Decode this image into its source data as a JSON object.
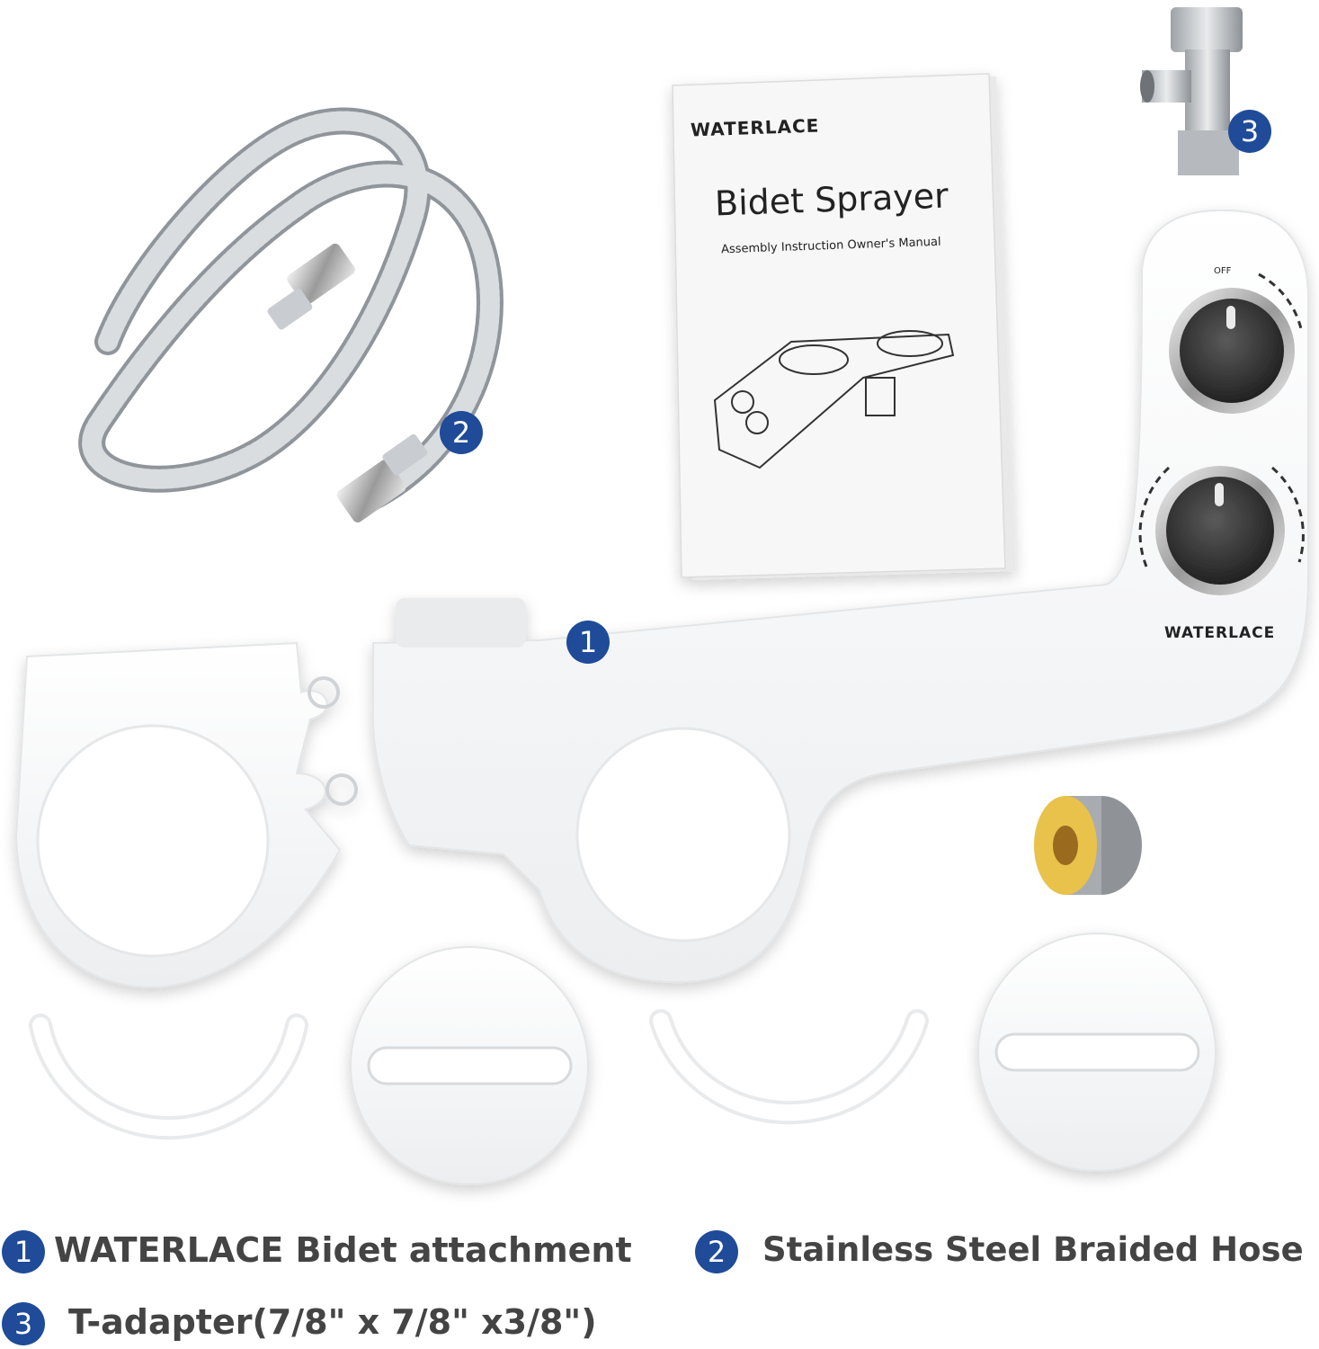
{
  "manual": {
    "brand": "WATERLACE",
    "title": "Bidet Sprayer",
    "subtitle": "Assembly Instruction Owner's Manual"
  },
  "device": {
    "brand": "WATERLACE",
    "knob_label": "OFF"
  },
  "badges": [
    "1",
    "2",
    "3"
  ],
  "legend": [
    {
      "number": "1",
      "brand": "WATERLACE",
      "text": "Bidet attachment"
    },
    {
      "number": "2",
      "text": "Stainless Steel Braided Hose"
    },
    {
      "number": "3",
      "text": "T-adapter(7/8\" x 7/8\" x3/8\")"
    }
  ],
  "colors": {
    "badge": "#1f4b99",
    "legend_text": "#444444",
    "plastic": "#ffffff",
    "knob_dark": "#3a3a3a",
    "tape_yellow": "#e8c24a"
  }
}
